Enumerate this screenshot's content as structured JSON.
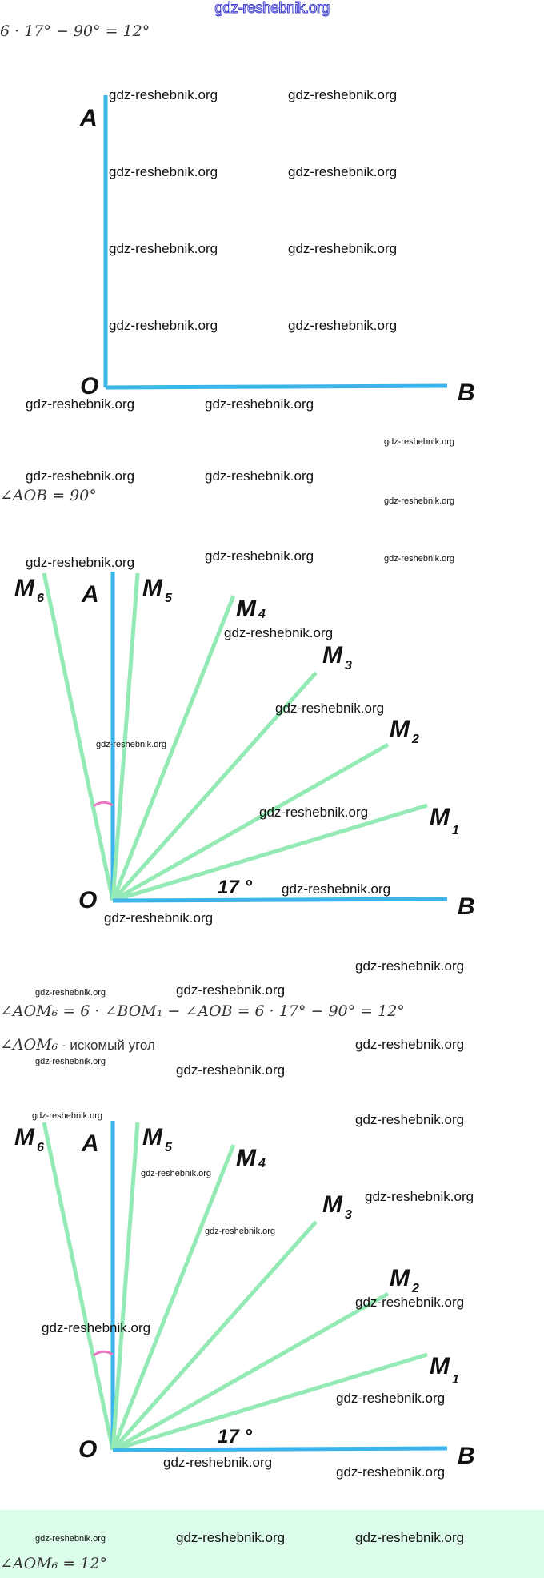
{
  "header": {
    "logo": "gdz-reshebnik.org"
  },
  "watermark": "gdz-reshebnik.org",
  "step1": {
    "formula": "6 · 17° − 90° = 12°"
  },
  "diagram1": {
    "labels": {
      "A": "A",
      "O": "O",
      "B": "B"
    }
  },
  "step2": {
    "formula": "∠AOB  = 90°"
  },
  "diagram2": {
    "labels": {
      "M6": "M",
      "M6_sub": "6",
      "A": "A",
      "M5": "M",
      "M5_sub": "5",
      "M4": "M",
      "M4_sub": "4",
      "M3": "M",
      "M3_sub": "3",
      "M2": "M",
      "M2_sub": "2",
      "M1": "M",
      "M1_sub": "1",
      "O": "O",
      "B": "B",
      "angle": "17 °"
    }
  },
  "step3": {
    "formula": "∠AOM₆ = 6 · ∠BOM₁ − ∠AOB = 6 · 17° − 90° = 12°",
    "note_math": "∠AOM₆",
    "note_text": " - искомый угол"
  },
  "answer": {
    "formula": "∠AOM₆  = 12°"
  },
  "colors": {
    "axis": "#3ab4ea",
    "ray": "#94eab4",
    "arc": "#e878c0",
    "answer_bg": "#dcfdea",
    "logo": "#3a3ad0"
  }
}
